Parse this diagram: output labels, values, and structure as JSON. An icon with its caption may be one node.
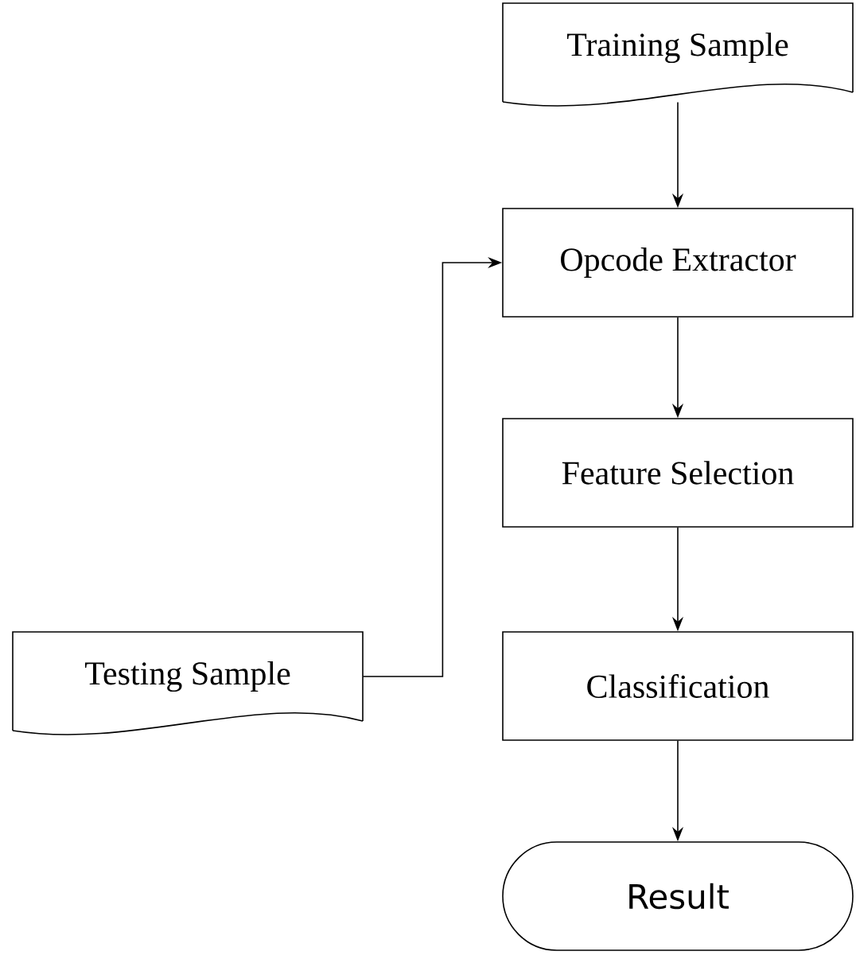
{
  "diagram": {
    "nodes": [
      {
        "text": [
          "Training Sample"
        ]
      },
      {
        "text": [
          "Opcode Extractor"
        ]
      },
      {
        "text": [
          "Feature Selection"
        ]
      },
      {
        "text": [
          "Classification"
        ]
      },
      {
        "text": [
          "Result"
        ]
      },
      {
        "text": [
          "Testing Sample"
        ]
      }
    ],
    "edges": [
      {
        "from": 0,
        "to": 1,
        "arrow": "to"
      },
      {
        "from": 1,
        "to": 2,
        "arrow": "to"
      },
      {
        "from": 2,
        "to": 3,
        "arrow": "to"
      },
      {
        "from": 3,
        "to": 4,
        "arrow": "to"
      },
      {
        "from": 5,
        "to": 1,
        "arrow": "to"
      }
    ]
  }
}
